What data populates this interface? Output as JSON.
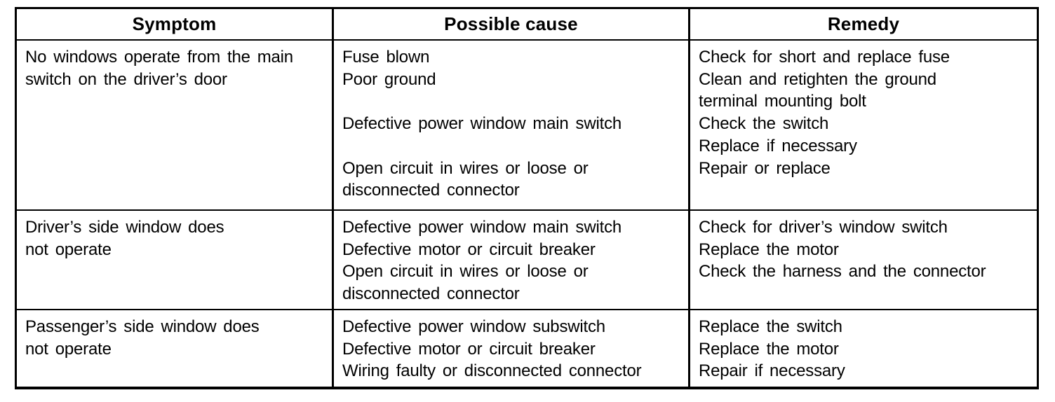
{
  "colors": {
    "ink": "#000000",
    "paper": "#ffffff"
  },
  "table": {
    "headers": [
      "Symptom",
      "Possible cause",
      "Remedy"
    ],
    "rows": [
      {
        "symptom": [
          "No windows operate from the main",
          "switch on the driver’s door"
        ],
        "cause": [
          "Fuse blown",
          "Poor ground",
          "",
          "Defective power window main switch",
          "",
          "Open circuit in wires or loose or",
          "disconnected connector"
        ],
        "remedy": [
          "Check for short and replace fuse",
          "Clean and retighten the ground",
          "terminal mounting bolt",
          "Check the switch",
          "Replace if necessary",
          "Repair or replace"
        ]
      },
      {
        "symptom": [
          "Driver’s side window does",
          "not operate"
        ],
        "cause": [
          "Defective power window main switch",
          "Defective motor or circuit breaker",
          "Open circuit in wires or loose or",
          "disconnected connector"
        ],
        "remedy": [
          "Check for driver’s window switch",
          "Replace the motor",
          "Check the harness and the connector"
        ]
      },
      {
        "symptom": [
          "Passenger’s side window does",
          "not operate"
        ],
        "cause": [
          "Defective power window subswitch",
          "Defective motor or circuit breaker",
          "Wiring faulty or disconnected connector"
        ],
        "remedy": [
          "Replace the switch",
          "Replace the motor",
          "Repair if necessary"
        ]
      }
    ]
  }
}
